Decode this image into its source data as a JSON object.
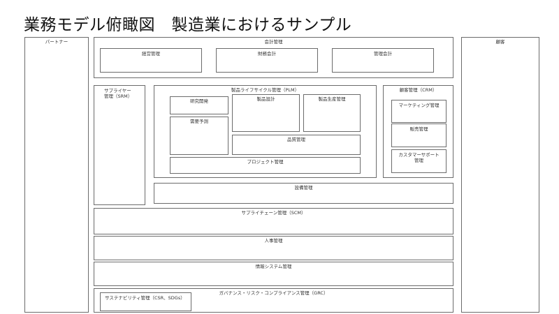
{
  "title": "業務モデル俯瞰図　製造業におけるサンプル",
  "diagram": {
    "partner": "パートナー",
    "customer": "顧客",
    "accounting": {
      "label": "会計管理",
      "management_accounting": "経営管理",
      "financial_accounting": "財務会計",
      "managerial_accounting": "管理会計"
    },
    "srm": "サプライヤー\n管理（SRM）",
    "plm": {
      "label": "製品ライフサイクル管理（PLM）",
      "research": "研究開発",
      "design": "製品設計",
      "production": "製品生産管理",
      "demand_forecast": "需要予測",
      "quality": "品質管理",
      "project": "プロジェクト管理"
    },
    "crm": {
      "label": "顧客管理（CRM）",
      "marketing": "マーケティング管理",
      "sales": "販売管理",
      "support": "カスタマーサポート\n管理"
    },
    "equipment": "設備管理",
    "scm": "サプライチェーン管理（SCM）",
    "hr": "人事管理",
    "info_systems": "情報システム管理",
    "grc": "ガバナンス・リスク・コンプライアンス管理（GRC）",
    "sustainability": "サステナビリティ管理（CSR、SDGs）"
  }
}
